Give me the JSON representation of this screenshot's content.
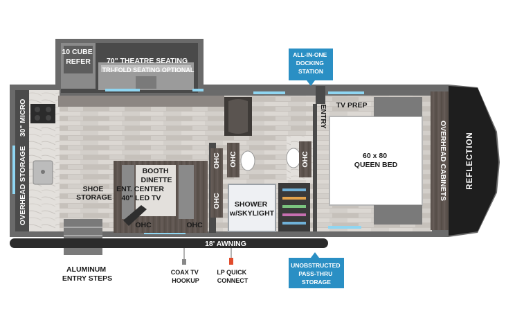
{
  "labels": {
    "cube_refer": [
      "10 CUBE",
      "REFER"
    ],
    "theatre": [
      "70\" THEATRE SEATING",
      "TRI-FOLD SEATING OPTIONAL"
    ],
    "docking": [
      "ALL-IN-ONE",
      "DOCKING",
      "STATION"
    ],
    "micro": "30\" MICRO",
    "overhead_storage": "OVERHEAD STORAGE",
    "shoe_storage": [
      "SHOE",
      "STORAGE"
    ],
    "booth_dinette": [
      "BOOTH",
      "DINETTE"
    ],
    "ent_center": [
      "ENT. CENTER",
      "40\" LED TV"
    ],
    "ohc": "OHC",
    "shower": [
      "SHOWER",
      "w/SKYLIGHT"
    ],
    "entry": "ENTRY",
    "tv_prep": "TV PREP",
    "bed": [
      "60 x 80",
      "QUEEN BED"
    ],
    "overhead_cabinets": "OVERHEAD CABINETS",
    "brand": "REFLECTION",
    "awning": "18' AWNING",
    "entry_steps": [
      "ALUMINUM",
      "ENTRY STEPS"
    ],
    "coax": [
      "COAX TV",
      "HOOKUP"
    ],
    "lp": [
      "LP QUICK",
      "CONNECT"
    ],
    "pass_thru": [
      "UNOBSTRUCTED",
      "PASS-THRU",
      "STORAGE"
    ]
  },
  "colors": {
    "wall": "#5a5a5a",
    "floor": "#cfcbc6",
    "cabinet": "#5e5550",
    "callout": "#2a8fc4",
    "window": "#8fd6f2",
    "awning": "#2b2b2b",
    "cap": "#1e1e1e"
  }
}
